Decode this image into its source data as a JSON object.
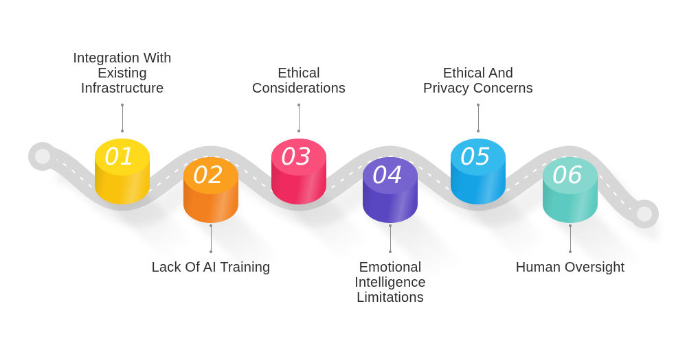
{
  "palette": {
    "road": "#D7D7D7",
    "road_dash": "#FFFFFF",
    "ring_hole": "#EDEDED",
    "label_text": "#2E2E2E",
    "connector": "#8C8C8C",
    "number_text": "#FFFFFF"
  },
  "items": [
    {
      "number": "01",
      "label": "Integration With\nExisting\nInfrastructure",
      "position": "top",
      "color_top": "#FFD91C",
      "color_body": "#F9C20D"
    },
    {
      "number": "02",
      "label": "Lack Of AI Training",
      "position": "bottom",
      "color_top": "#FAA01E",
      "color_body": "#F3801E"
    },
    {
      "number": "03",
      "label": "Ethical\nConsiderations",
      "position": "top",
      "color_top": "#FA4E7B",
      "color_body": "#EE2A5E"
    },
    {
      "number": "04",
      "label": "Emotional\nIntelligence\nLimitations",
      "position": "bottom",
      "color_top": "#7763D0",
      "color_body": "#5946C1"
    },
    {
      "number": "05",
      "label": "Ethical And\nPrivacy Concerns",
      "position": "top",
      "color_top": "#35BAED",
      "color_body": "#15A3E6"
    },
    {
      "number": "06",
      "label": "Human Oversight",
      "position": "bottom",
      "color_top": "#86D8CE",
      "color_body": "#5CCAC0"
    }
  ]
}
